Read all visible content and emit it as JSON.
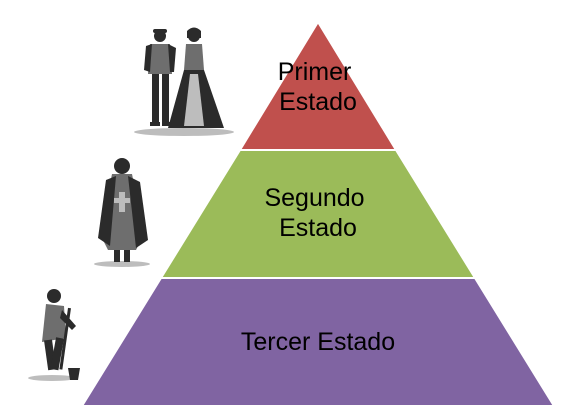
{
  "pyramid": {
    "tiers": [
      {
        "id": "top",
        "lines": [
          "Primer",
          "Estado"
        ],
        "color": "#c0504d"
      },
      {
        "id": "middle",
        "lines": [
          "Segundo",
          "Estado"
        ],
        "color": "#9bbb59"
      },
      {
        "id": "bottom",
        "lines": [
          "Tercer Estado"
        ],
        "color": "#8064a2"
      }
    ]
  },
  "illustrations": [
    {
      "tier": "top",
      "icon": "nobles-couple-icon"
    },
    {
      "tier": "middle",
      "icon": "clergy-figure-icon"
    },
    {
      "tier": "bottom",
      "icon": "peasant-digging-icon"
    }
  ]
}
